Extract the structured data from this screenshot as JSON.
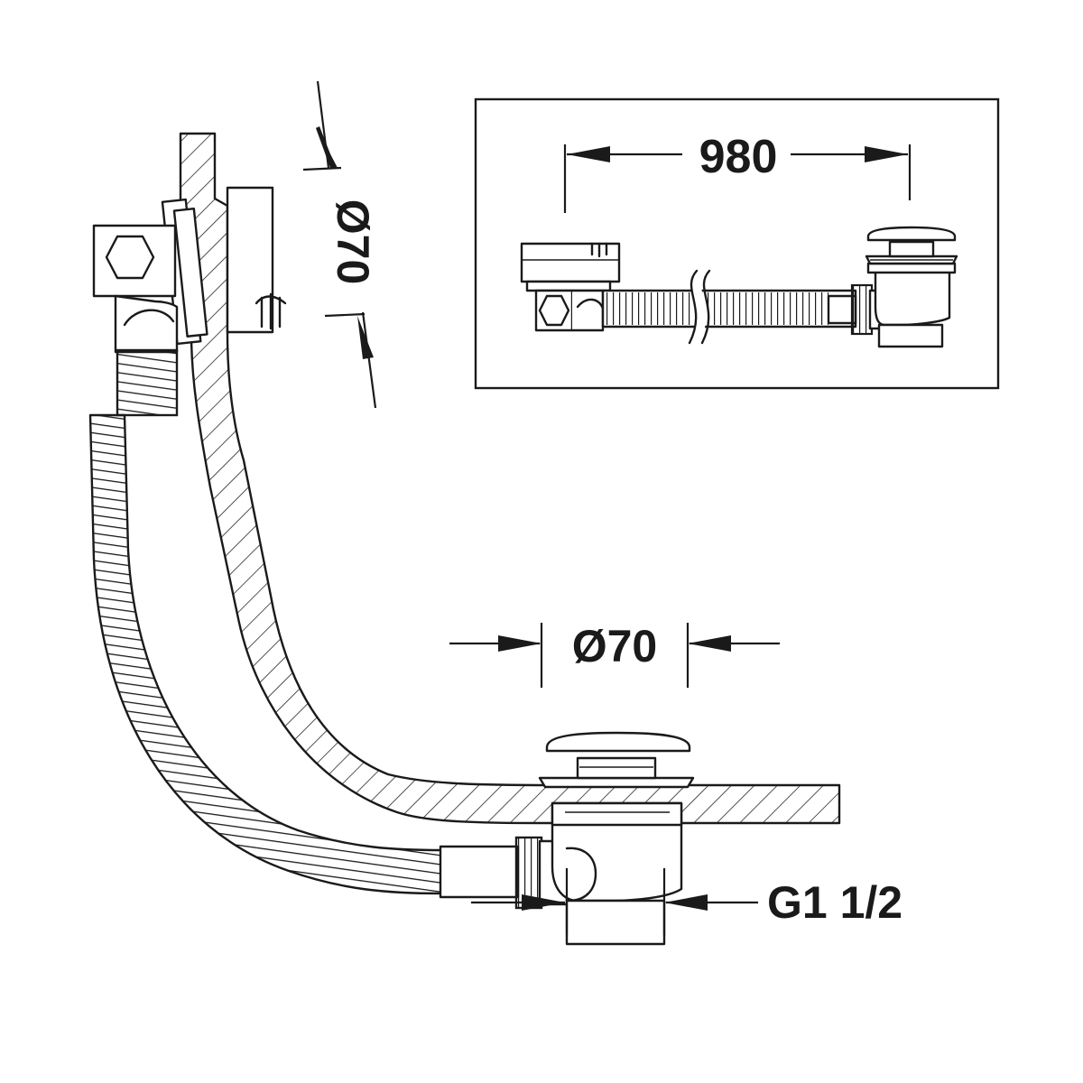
{
  "dimensions": {
    "length": "980",
    "drain_diameter": "Ø70",
    "overflow_diameter": "Ø70",
    "thread": "G1 1/2"
  },
  "colors": {
    "line": "#1a1a1a",
    "background": "#ffffff"
  }
}
